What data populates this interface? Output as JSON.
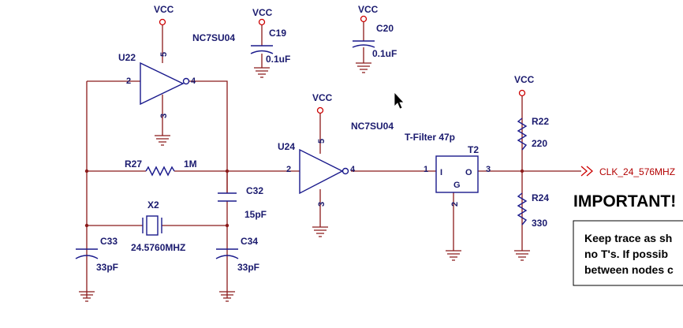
{
  "power": {
    "vcc": "VCC"
  },
  "ic": {
    "u22": "U22",
    "u24": "U24",
    "part": "NC7SU04",
    "pin_in": "2",
    "pin_out": "4",
    "pin_vcc": "5",
    "pin_gnd": "3"
  },
  "caps": {
    "c19": "C19",
    "c19_val": "0.1uF",
    "c20": "C20",
    "c20_val": "0.1uF",
    "c32": "C32",
    "c32_val": "15pF",
    "c33": "C33",
    "c33_val": "33pF",
    "c34": "C34",
    "c34_val": "33pF"
  },
  "resistors": {
    "r27": "R27",
    "r27_val": "1M",
    "r22": "R22",
    "r22_val": "220",
    "r24": "R24",
    "r24_val": "330"
  },
  "crystal": {
    "ref": "X2",
    "value": "24.5760MHZ"
  },
  "filter": {
    "title": "T-Filter 47p",
    "ref": "T2",
    "pin1": "1",
    "pin2": "2",
    "pin3": "3",
    "in": "I",
    "out": "O",
    "gnd": "G"
  },
  "net": {
    "clk": "CLK_24_576MHZ"
  },
  "note": {
    "heading": "IMPORTANT!",
    "line1": "Keep trace as sh",
    "line2": "no T's. If possib",
    "line3": "between nodes c"
  }
}
